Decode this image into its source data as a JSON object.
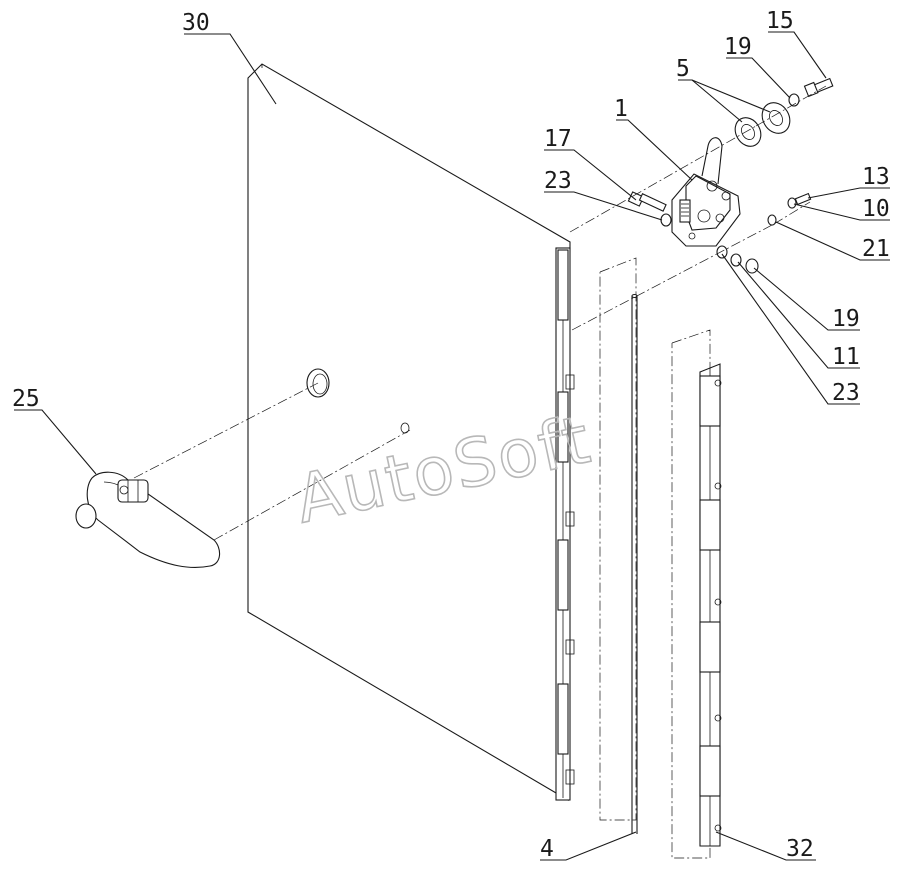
{
  "watermark": "AutoSoft",
  "callouts": [
    {
      "id": "c30",
      "text": "30"
    },
    {
      "id": "c15",
      "text": "15"
    },
    {
      "id": "c19a",
      "text": "19"
    },
    {
      "id": "c5",
      "text": "5"
    },
    {
      "id": "c1",
      "text": "1"
    },
    {
      "id": "c17",
      "text": "17"
    },
    {
      "id": "c23a",
      "text": "23"
    },
    {
      "id": "c13",
      "text": "13"
    },
    {
      "id": "c10",
      "text": "10"
    },
    {
      "id": "c21",
      "text": "21"
    },
    {
      "id": "c19b",
      "text": "19"
    },
    {
      "id": "c11",
      "text": "11"
    },
    {
      "id": "c23b",
      "text": "23"
    },
    {
      "id": "c25",
      "text": "25"
    },
    {
      "id": "c4",
      "text": "4"
    },
    {
      "id": "c32",
      "text": "32"
    }
  ]
}
